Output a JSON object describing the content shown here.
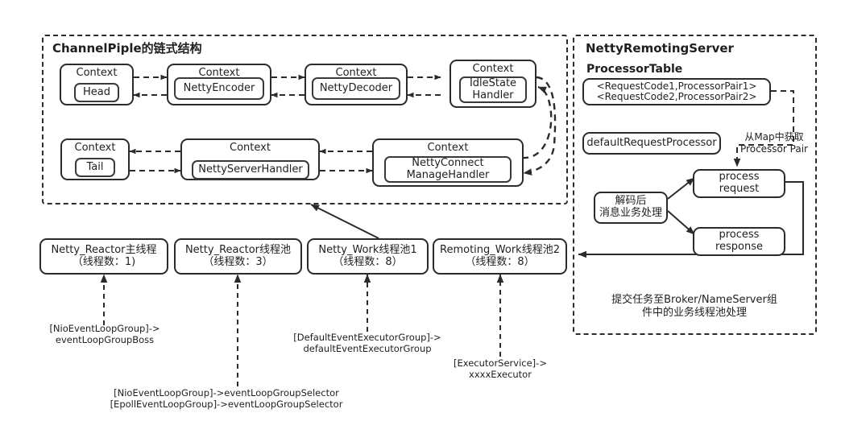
{
  "diagram": {
    "title_left": "ChannelPiple的链式结构",
    "title_right": "NettyRemotingServer",
    "subtitle_right": "ProcessorTable"
  },
  "pipeline": {
    "context_label": "Context",
    "handlers": [
      {
        "id": "head",
        "context": "Context",
        "name": "Head"
      },
      {
        "id": "encoder",
        "context": "Context",
        "name": "NettyEncoder"
      },
      {
        "id": "decoder",
        "context": "Context",
        "name": "NettyDecoder"
      },
      {
        "id": "idle",
        "context": "Context",
        "name": "IdleState\nHandler"
      },
      {
        "id": "tail",
        "context": "Context",
        "name": "Tail"
      },
      {
        "id": "serverhandler",
        "context": "Context",
        "name": "NettyServerHandler"
      },
      {
        "id": "connmanage",
        "context": "Context",
        "name": "NettyConnect\nManageHandler"
      }
    ]
  },
  "server": {
    "processor_table_entries": "<RequestCode1,ProcessorPair1>\n<RequestCode2,ProcessorPair2>",
    "default_request_processor": "defaultRequestProcessor",
    "map_note": "从Map中获取\nProcessor Pair",
    "decode_box": "解码后\n消息业务处理",
    "process_request": "process\nrequest",
    "process_response": "process\nresponse",
    "footer_note": "提交任务至Broker/NameServer组\n件中的业务线程池处理"
  },
  "thread_pools": [
    {
      "id": "reactor-main",
      "line1": "Netty_Reactor主线程",
      "line2": "（线程数：1)"
    },
    {
      "id": "reactor-pool",
      "line1": "Netty_Reactor线程池",
      "line2": "（线程数：3）"
    },
    {
      "id": "netty-work-1",
      "line1": "Netty_Work线程池1",
      "line2": "（线程数：8）"
    },
    {
      "id": "remoting-work-2",
      "line1": "Remoting_Work线程池2",
      "line2": "（线程数：8）"
    }
  ],
  "annotations": [
    {
      "id": "boss-note",
      "text": "[NioEventLoopGroup]->\neventLoopGroupBoss"
    },
    {
      "id": "default-executor-note",
      "text": "[DefaultEventExecutorGroup]->\ndefaultEventExecutorGroup"
    },
    {
      "id": "executor-service-note",
      "text": "[ExecutorService]->\nxxxxExecutor"
    },
    {
      "id": "selector-note",
      "text": "[NioEventLoopGroup]->eventLoopGroupSelector\n[EpollEventLoopGroup]->eventLoopGroupSelector"
    }
  ],
  "colors": {
    "stroke": "#2b2b2b",
    "text": "#1f1f1f",
    "background": "#ffffff"
  }
}
